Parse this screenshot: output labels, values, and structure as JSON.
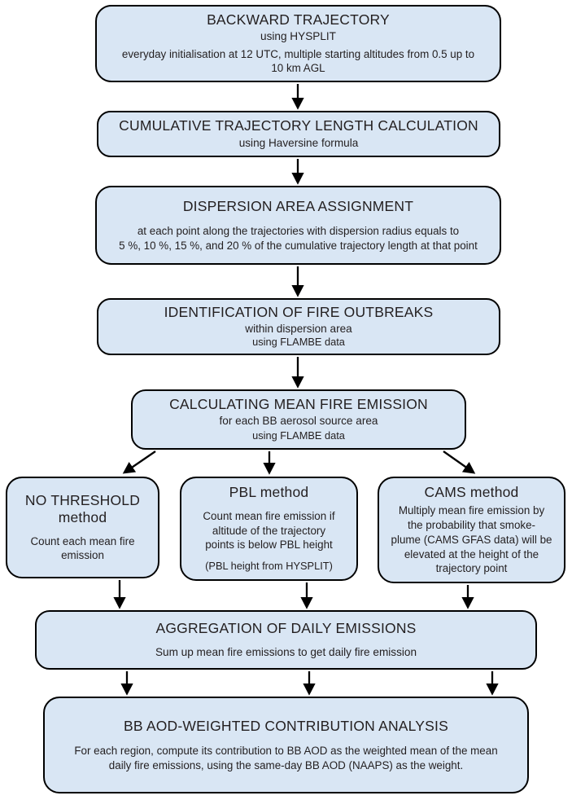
{
  "diagram": {
    "title": "Biomass burning backward-trajectory emission attribution workflow",
    "colors": {
      "node_fill": "#d9e6f4",
      "node_stroke": "#000000",
      "text": "#231f20",
      "background": "#ffffff"
    },
    "nodes": [
      {
        "id": "backward-trajectory",
        "heading": "BACKWARD TRAJECTORY",
        "subtitle": "using HYSPLIT",
        "body": "everyday initialisation at 12 UTC,  multiple starting altitudes from 0.5 up to\n10 km AGL"
      },
      {
        "id": "cumulative-trajectory-length",
        "heading": "CUMULATIVE TRAJECTORY LENGTH CALCULATION",
        "subtitle": "using Haversine formula"
      },
      {
        "id": "dispersion-area-assignment",
        "heading": "DISPERSION AREA ASSIGNMENT",
        "body": "at each point along the trajectories  with dispersion radius equals to\n5 %, 10 %, 15 %, and 20 % of the cumulative trajectory length at that point"
      },
      {
        "id": "identification-of-fire-outbreaks",
        "heading": "IDENTIFICATION OF FIRE OUTBREAKS",
        "subtitle": "within dispersion area",
        "note": "using FLAMBE data"
      },
      {
        "id": "calculating-mean-fire-emission",
        "heading": "CALCULATING MEAN FIRE EMISSION",
        "subtitle": "for each BB aerosol source area",
        "note": "using FLAMBE data"
      },
      {
        "id": "no-threshold-method",
        "heading": "NO THRESHOLD\nmethod",
        "body": "Count each mean fire\nemission"
      },
      {
        "id": "pbl-method",
        "heading": "PBL method",
        "body": "Count mean fire emission if\naltitude of the trajectory\npoints is below PBL height",
        "note": "(PBL height from HYSPLIT)"
      },
      {
        "id": "cams-method",
        "heading": "CAMS method",
        "body": "Multiply mean fire emission by\nthe probability that smoke-\nplume (CAMS GFAS data) will be\nelevated at the height of the\ntrajectory point"
      },
      {
        "id": "aggregation-of-daily-emissions",
        "heading": "AGGREGATION OF DAILY EMISSIONS",
        "subtitle": "Sum up mean fire emissions to get daily fire emission"
      },
      {
        "id": "bb-aod-weighted-contribution-analysis",
        "heading": "BB AOD-WEIGHTED CONTRIBUTION ANALYSIS",
        "body": "For each region, compute its contribution to BB AOD as the weighted mean of the mean\ndaily fire emissions, using the same-day BB AOD (NAAPS) as the weight."
      }
    ],
    "edges": [
      {
        "from": "backward-trajectory",
        "to": "cumulative-trajectory-length",
        "style": "straight-down"
      },
      {
        "from": "cumulative-trajectory-length",
        "to": "dispersion-area-assignment",
        "style": "straight-down"
      },
      {
        "from": "dispersion-area-assignment",
        "to": "identification-of-fire-outbreaks",
        "style": "straight-down"
      },
      {
        "from": "identification-of-fire-outbreaks",
        "to": "calculating-mean-fire-emission",
        "style": "straight-down"
      },
      {
        "from": "calculating-mean-fire-emission",
        "to": "no-threshold-method",
        "style": "diagonal-left"
      },
      {
        "from": "calculating-mean-fire-emission",
        "to": "pbl-method",
        "style": "straight-down"
      },
      {
        "from": "calculating-mean-fire-emission",
        "to": "cams-method",
        "style": "diagonal-right"
      },
      {
        "from": "no-threshold-method",
        "to": "aggregation-of-daily-emissions",
        "style": "straight-down"
      },
      {
        "from": "pbl-method",
        "to": "aggregation-of-daily-emissions",
        "style": "straight-down"
      },
      {
        "from": "cams-method",
        "to": "aggregation-of-daily-emissions",
        "style": "straight-down"
      },
      {
        "from": "aggregation-of-daily-emissions",
        "to": "bb-aod-weighted-contribution-analysis",
        "style": "straight-down-triple"
      }
    ]
  }
}
